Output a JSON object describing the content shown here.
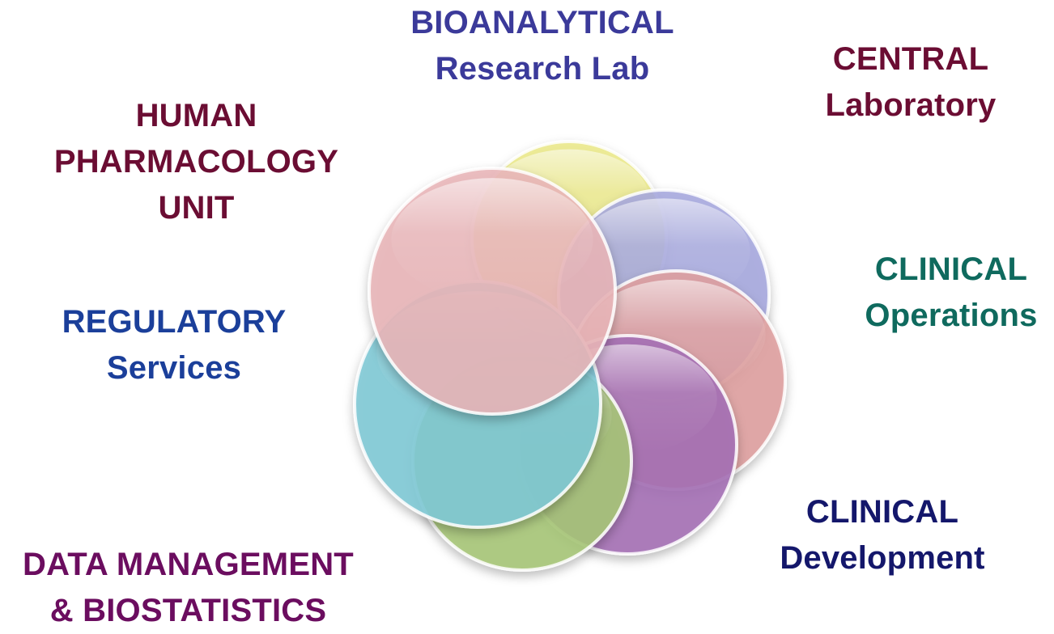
{
  "diagram": {
    "labels": {
      "bioanalytical": {
        "line1": "BIOANALYTICAL",
        "line2": "Research Lab",
        "color": "#3b3a9a"
      },
      "central": {
        "line1": "CENTRAL",
        "line2": "Laboratory",
        "color": "#6b0d33"
      },
      "human_pharmacology": {
        "line1": "HUMAN",
        "line2": "PHARMACOLOGY",
        "line3": "UNIT",
        "color": "#6b0d33"
      },
      "clinical_operations": {
        "line1": "CLINICAL",
        "line2": "Operations",
        "color": "#0f6a5e"
      },
      "regulatory": {
        "line1": "REGULATORY",
        "line2": "Services",
        "color": "#1b3f9a"
      },
      "clinical_development": {
        "line1": "CLINICAL",
        "line2": "Development",
        "color": "#14176b"
      },
      "data_management": {
        "line1": "DATA MANAGEMENT",
        "line2": "& BIOSTATISTICS",
        "color": "#6b0d5f"
      }
    },
    "circle_colors": {
      "yellow": "#ece98a",
      "blue": "#a6a8de",
      "salmon": "#df9f9f",
      "purple": "#a56fb5",
      "green": "#a7c777",
      "cyan": "#7fcad6",
      "pink": "#e9b5b8"
    }
  }
}
